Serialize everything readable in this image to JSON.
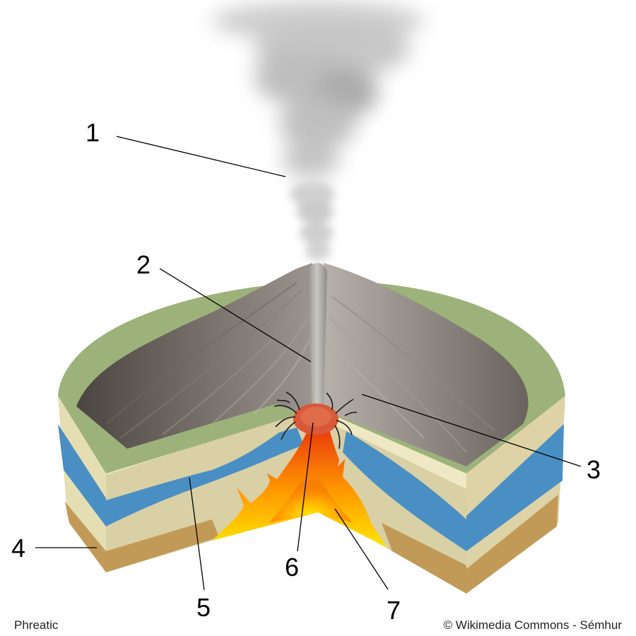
{
  "labels": {
    "l1": "1",
    "l2": "2",
    "l3": "3",
    "l4": "4",
    "l5": "5",
    "l6": "6",
    "l7": "7"
  },
  "caption": {
    "title": "Phreatic",
    "credit": "© Wikimedia Commons - Sémhur"
  },
  "colors": {
    "ground_top": "#9db27a",
    "aquifer": "#4a8fc4",
    "rock_light": "#e8e0b8",
    "rock_mid": "#d8cfa2",
    "bedrock": "#c39a55",
    "volcano_dark": "#4a4440",
    "volcano_light": "#c8c1bc",
    "magma_hot": "#ffdd00",
    "magma_cool": "#ee3a10",
    "steam": "#9a9a9a"
  }
}
